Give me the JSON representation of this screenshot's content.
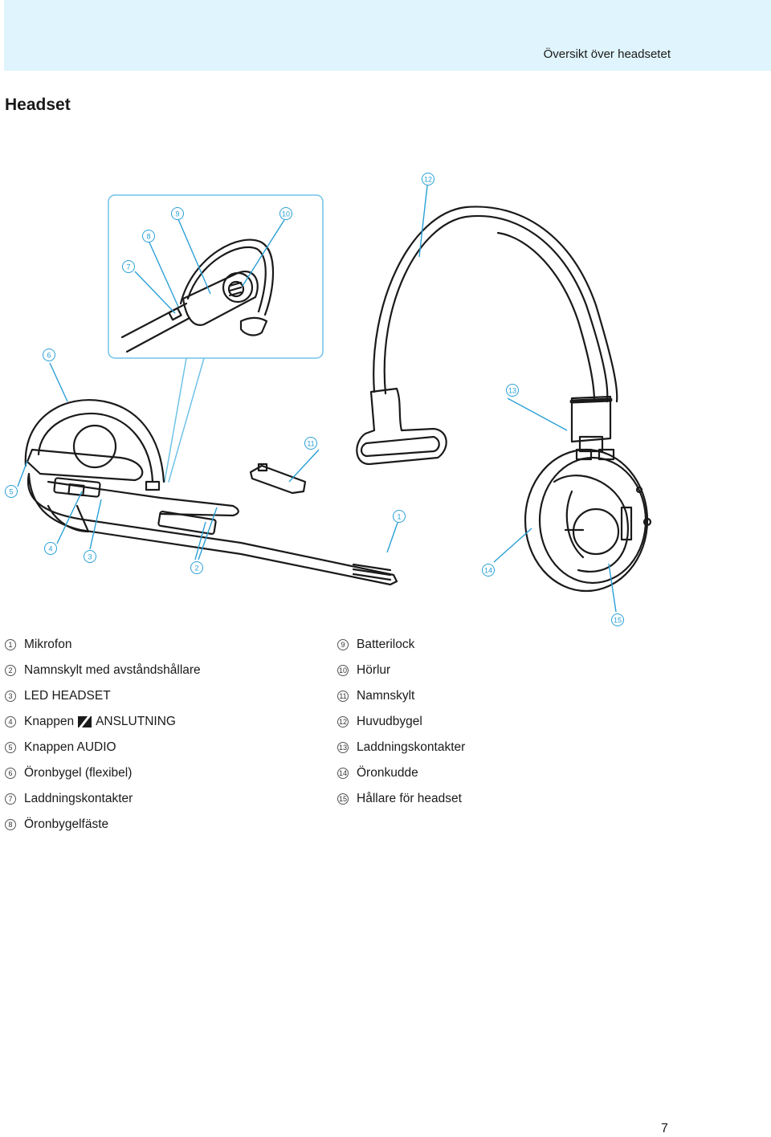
{
  "header": {
    "section_title": "Översikt över headsetet"
  },
  "page": {
    "heading": "Headset",
    "number": "7"
  },
  "figure": {
    "callouts": [
      "1",
      "2",
      "3",
      "4",
      "5",
      "6",
      "7",
      "8",
      "9",
      "10",
      "11",
      "12",
      "13",
      "14",
      "15"
    ]
  },
  "legend": {
    "left": [
      {
        "num": "1",
        "text": "Mikrofon"
      },
      {
        "num": "2",
        "text": "Namnskylt med avståndshållare"
      },
      {
        "num": "3",
        "text": "LED HEADSET"
      },
      {
        "num": "4",
        "pre": "Knappen",
        "text": "ANSLUTNING",
        "icon": "sennheiser-logo-icon"
      },
      {
        "num": "5",
        "text": "Knappen AUDIO"
      },
      {
        "num": "6",
        "text": "Öronbygel (flexibel)"
      },
      {
        "num": "7",
        "text": "Laddningskontakter"
      },
      {
        "num": "8",
        "text": "Öronbygelfäste"
      }
    ],
    "right": [
      {
        "num": "9",
        "text": "Batterilock"
      },
      {
        "num": "10",
        "text": "Hörlur"
      },
      {
        "num": "11",
        "text": "Namnskylt"
      },
      {
        "num": "12",
        "text": "Huvudbygel"
      },
      {
        "num": "13",
        "text": "Laddningskontakter"
      },
      {
        "num": "14",
        "text": "Öronkudde"
      },
      {
        "num": "15",
        "text": "Hållare för headset"
      }
    ]
  },
  "colors": {
    "header_band": "#dff4fc",
    "inset_border": "#6fc3e8",
    "leader": "#2aa0d6",
    "line": "#1a1a1a"
  }
}
